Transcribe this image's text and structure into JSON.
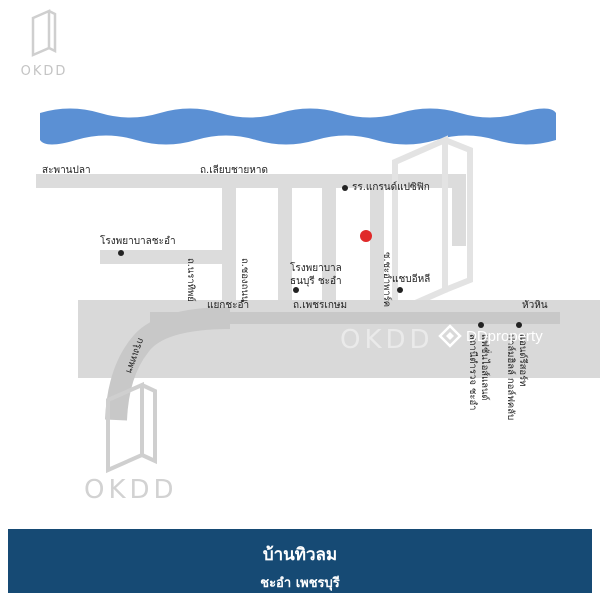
{
  "logo": {
    "text": "OKDD"
  },
  "watermark": {
    "ddproperty": "DDproperty",
    "okdd_mid": "OKDD",
    "okdd_bottom": "OKDD"
  },
  "map": {
    "labels": {
      "fish_pier": "สะพานปลา",
      "beach_road": "ถ.เลียบชายหาด",
      "hotel_grand_pacific": "รร.แกรนด์แปซิฟิก",
      "hospital_chaam": "โรงพยาบาลชะอำ",
      "narathip_rd": "ถ.นราทิพย์",
      "chongthanon_rd": "ถ.ชองถนน",
      "hospital_thonburi_1": "โรงพยาบาล",
      "hospital_thonburi_2": "ธนบุรี ชะอำ",
      "soi_chaam": "ซ.ชะอำพาร์ค",
      "chabalhi": "แชบอีหลี",
      "chaam_intersection": "แยกชะอำ",
      "phetkasem_rd": "ถ.เพชรเกษม",
      "hua_hin": "หัวหิน",
      "to_bangkok": "กรุงเทพฯ",
      "poi_1": "สถานีตำรวจ ชะอำ",
      "poi_2": "แฟชั่นไอส์แลนด์",
      "poi_3": "ปาล์มฮิลล์ กอล์ฟคลับ",
      "poi_4": "แอนด์รีสอร์ท"
    },
    "colors": {
      "sea": "#5b90d4",
      "road": "#dcdcdc",
      "project_marker": "#e02a2a"
    }
  },
  "banner": {
    "title": "บ้านทิวลม",
    "subtitle": "ชะอำ เพชรบุรี",
    "color": "#164a74"
  }
}
